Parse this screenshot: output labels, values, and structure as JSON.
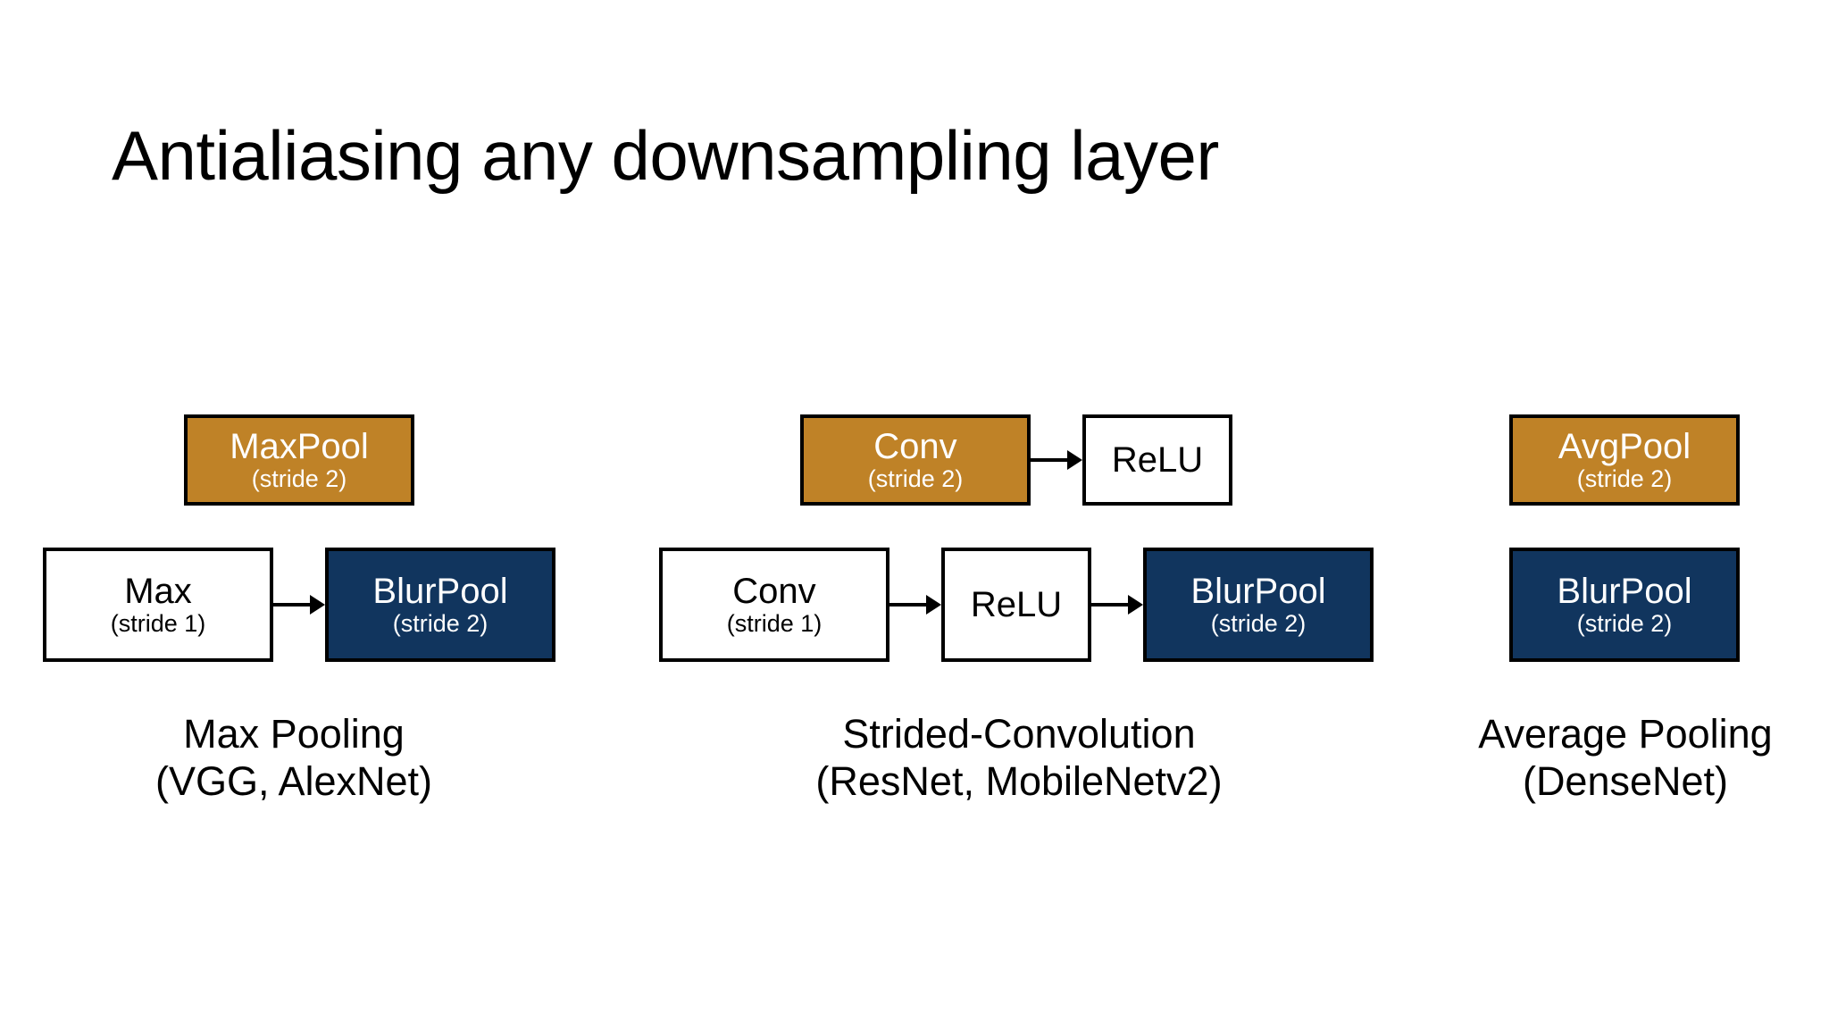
{
  "slide": {
    "title": "Antialiasing any downsampling layer",
    "background_color": "#ffffff"
  },
  "colors": {
    "gold": "#bf8227",
    "navy": "#11355e",
    "plain": "#ffffff",
    "border": "#000000",
    "text_dark": "#000000",
    "text_light": "#ffffff"
  },
  "columns": [
    {
      "id": "max-pooling",
      "caption_line1": "Max Pooling",
      "caption_line2": "(VGG, AlexNet)",
      "before_row": [
        {
          "name": "MaxPool",
          "stride": "(stride 2)",
          "style": "gold"
        }
      ],
      "after_row": [
        {
          "name": "Max",
          "stride": "(stride 1)",
          "style": "plain"
        },
        {
          "name": "BlurPool",
          "stride": "(stride 2)",
          "style": "navy"
        }
      ]
    },
    {
      "id": "strided-convolution",
      "caption_line1": "Strided-Convolution",
      "caption_line2": "(ResNet, MobileNetv2)",
      "before_row": [
        {
          "name": "Conv",
          "stride": "(stride 2)",
          "style": "gold"
        },
        {
          "name": "ReLU",
          "stride": "",
          "style": "plain"
        }
      ],
      "after_row": [
        {
          "name": "Conv",
          "stride": "(stride 1)",
          "style": "plain"
        },
        {
          "name": "ReLU",
          "stride": "",
          "style": "plain"
        },
        {
          "name": "BlurPool",
          "stride": "(stride 2)",
          "style": "navy"
        }
      ]
    },
    {
      "id": "average-pooling",
      "caption_line1": "Average Pooling",
      "caption_line2": "(DenseNet)",
      "before_row": [
        {
          "name": "AvgPool",
          "stride": "(stride 2)",
          "style": "gold"
        }
      ],
      "after_row": [
        {
          "name": "BlurPool",
          "stride": "(stride 2)",
          "style": "navy"
        }
      ]
    }
  ],
  "icons": {
    "arrow": "arrow-right-icon"
  }
}
